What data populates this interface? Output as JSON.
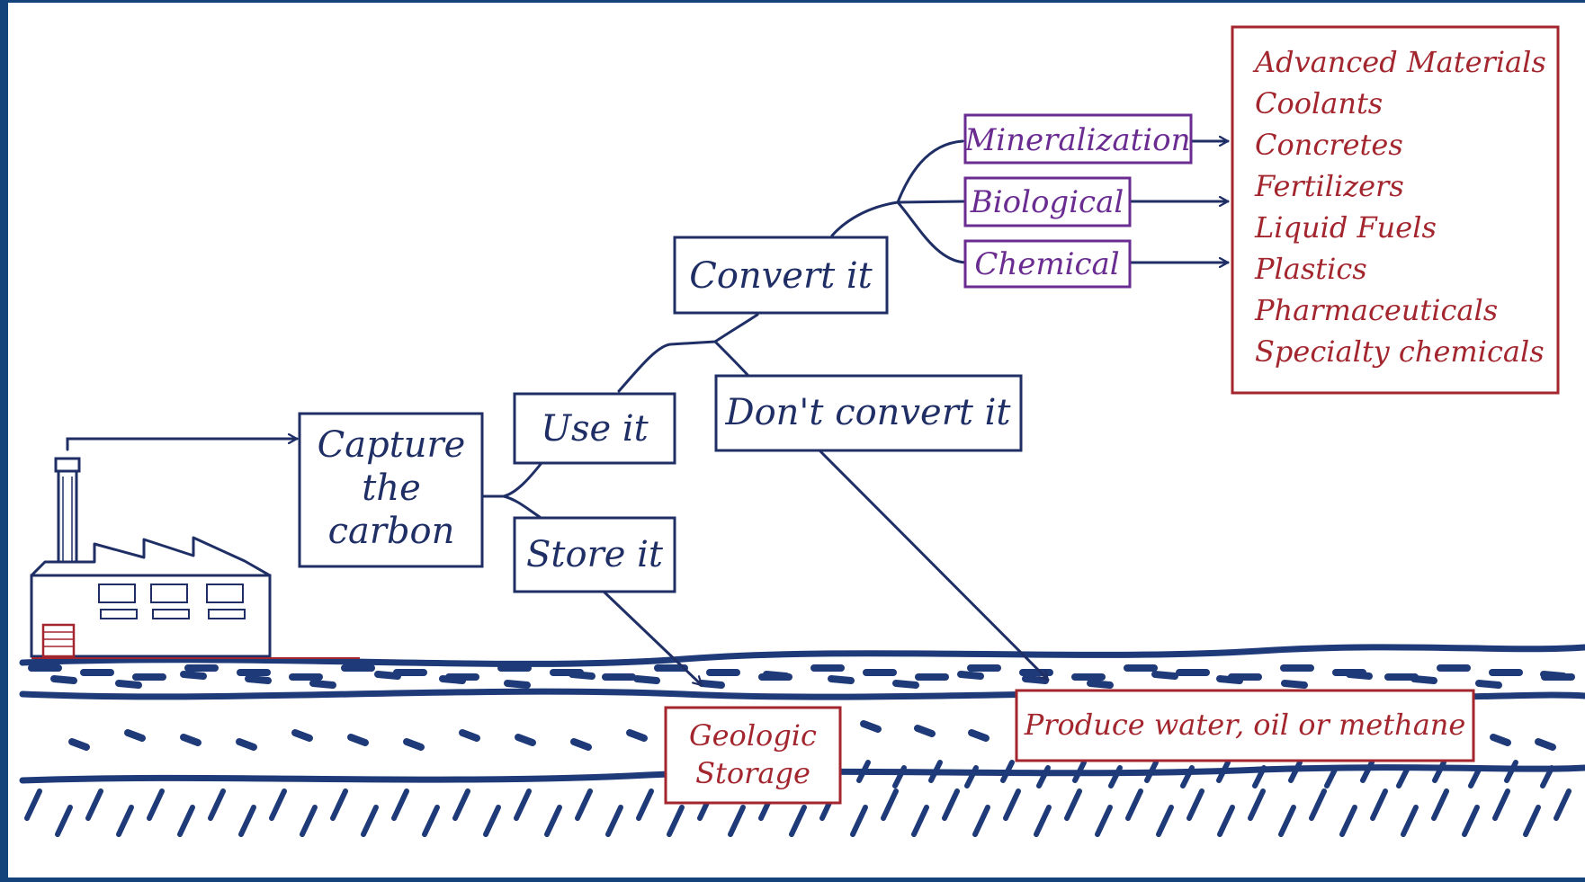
{
  "colors": {
    "frame": "#14437c",
    "navy": "#1f2f66",
    "purple": "#6a2c91",
    "red": "#a3262e",
    "ground": "#1f3a78"
  },
  "icons": {
    "factory": "factory-icon",
    "arrow": "arrow-head-icon"
  },
  "nodes": {
    "capture": [
      "Capture",
      "the",
      "carbon"
    ],
    "use": "Use it",
    "store": "Store it",
    "convert": "Convert it",
    "dont_convert": "Don't convert it",
    "mineralization": "Mineralization",
    "biological": "Biological",
    "chemical": "Chemical",
    "geologic": [
      "Geologic",
      "Storage"
    ],
    "produce": "Produce water, oil or methane"
  },
  "products": [
    "Advanced Materials",
    "Coolants",
    "Concretes",
    "Fertilizers",
    "Liquid Fuels",
    "Plastics",
    "Pharmaceuticals",
    "Specialty chemicals"
  ]
}
